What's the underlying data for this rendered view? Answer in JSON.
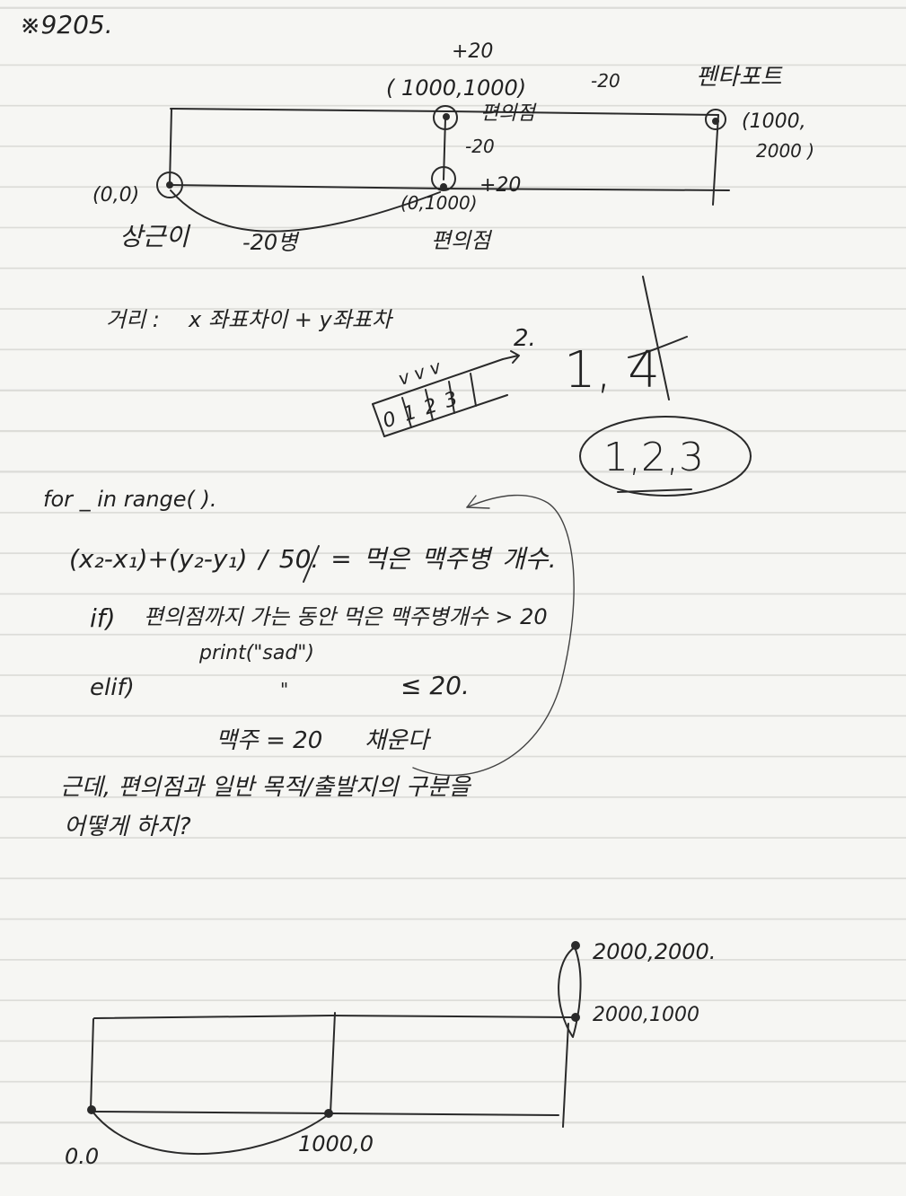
{
  "header": {
    "title": "※9205."
  },
  "diagram1": {
    "label_plus20_top": "+20",
    "coord_mid_top": "( 1000,1000)",
    "label_minus20_right": "-20",
    "label_festival_title": "펜타포트",
    "label_store_top": "편의점",
    "label_minus20_mid": "-20",
    "coord_right": "(1000,",
    "coord_right_2": "2000 )",
    "coord_origin": "(0,0)",
    "label_plus20_mid": "+20",
    "coord_mid_bottom": "(0,1000)",
    "label_home": "상근이",
    "label_minus20_arc": "-20병",
    "label_store_bottom": "편의점"
  },
  "distance": {
    "prefix": "거리 :",
    "formula": "x 좌표차이 + y좌표차"
  },
  "array_sketch": {
    "checks": "v v v",
    "cells": [
      "0",
      "1",
      "2",
      "3"
    ],
    "arrow_label": "2.",
    "numbers": "1, 4",
    "circled": "1,2,3"
  },
  "code_notes": {
    "for_line": "for _ in range(   ).",
    "formula_line": "(x₂-x₁)+(y₂-y₁) / 50. = 먹은 맥주병 개수.",
    "if_kw": "if)",
    "if_line": "편의점까지 가는 동안 먹은 맥주병개수 > 20",
    "print_line": "print(\"sad\")",
    "elif_kw": "elif)",
    "elif_ditto": "\"",
    "elif_cond": "≤ 20.",
    "refill_left": "맥주 = 20",
    "refill_right": "채운다",
    "question_1": "근데, 편의점과 일반 목적/출발지의 구분을",
    "question_2": "어떻게 하지?"
  },
  "diagram2": {
    "coord_top_right": "2000,2000.",
    "coord_mid_right": "2000,1000",
    "coord_origin": "0.0",
    "coord_mid": "1000,0"
  }
}
